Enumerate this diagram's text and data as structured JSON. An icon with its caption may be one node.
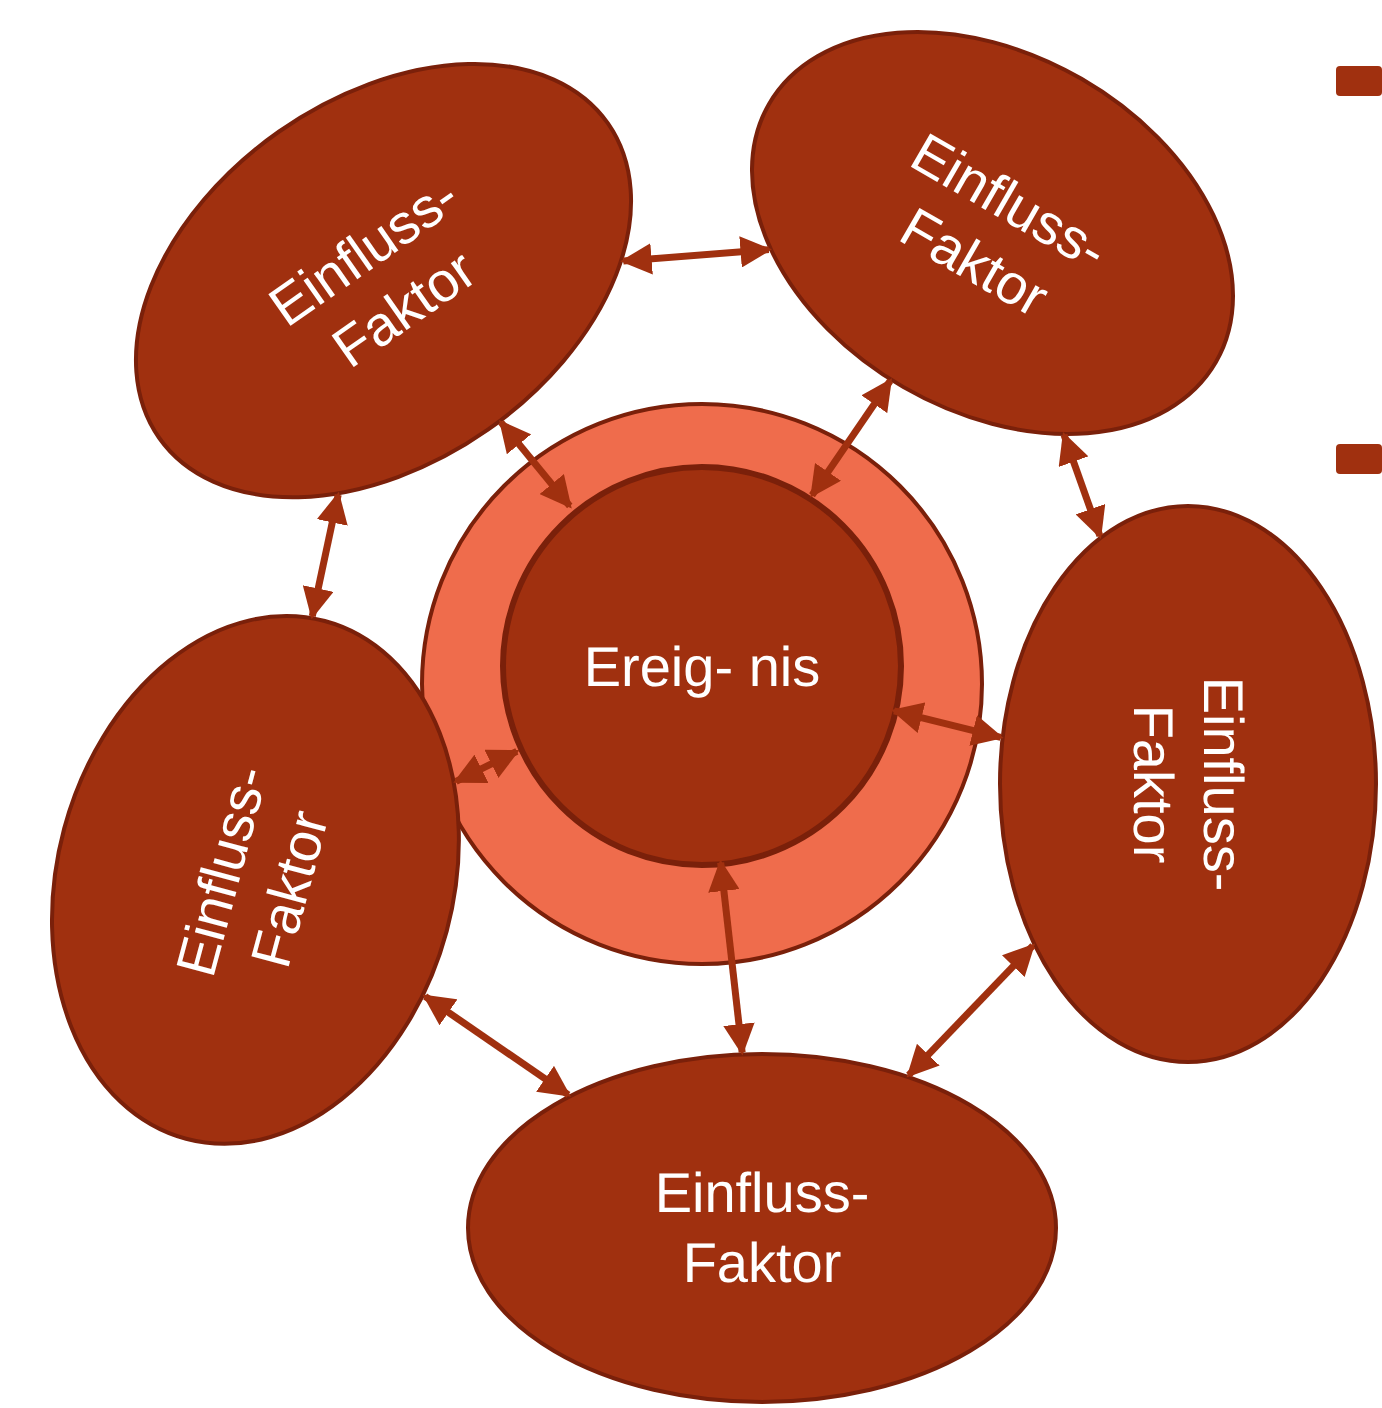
{
  "diagram": {
    "nodes": [
      {
        "text": [
          "Einfluss- Faktor"
        ]
      },
      {
        "text": [
          "Einfluss- Faktor"
        ]
      },
      {
        "text": [],
        "shape": "circle"
      },
      {
        "text": [
          "Ereig- nis"
        ],
        "in": 2
      },
      {
        "text": [
          "Einfluss- Faktor"
        ]
      },
      {
        "text": [
          "Einfluss- Faktor"
        ]
      },
      {
        "text": [
          "Einfluss- Faktor"
        ]
      }
    ],
    "edges": [
      {
        "from": 0,
        "to": 1,
        "arrow": "both"
      },
      {
        "from": 1,
        "to": 4,
        "arrow": "both"
      },
      {
        "from": 4,
        "to": 6,
        "arrow": "both"
      },
      {
        "from": 6,
        "to": 5,
        "arrow": "both"
      },
      {
        "from": 5,
        "to": 0,
        "arrow": "both"
      },
      {
        "from": 0,
        "to": 3,
        "arrow": "both"
      },
      {
        "from": 1,
        "to": 3,
        "arrow": "both"
      },
      {
        "from": 4,
        "to": 3,
        "arrow": "both"
      },
      {
        "from": 6,
        "to": 3,
        "arrow": "both"
      },
      {
        "from": 5,
        "to": 3,
        "arrow": "both"
      }
    ]
  }
}
